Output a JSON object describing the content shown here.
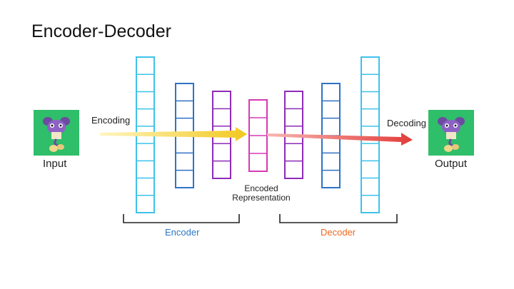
{
  "title": "Encoder-Decoder",
  "labels": {
    "input": "Input",
    "output": "Output",
    "encoding": "Encoding",
    "decoding": "Decoding",
    "encoded_line1": "Encoded",
    "encoded_line2": "Representation",
    "encoder": "Encoder",
    "decoder": "Decoder"
  },
  "colors": {
    "layer_cyan": "#3fc2ea",
    "layer_blue": "#2f73c4",
    "layer_purple": "#8e2bb8",
    "layer_magenta": "#d63ab3",
    "encoder_text": "#2b78c2",
    "decoder_text": "#ef6a1d",
    "arrow_yellow": "#f4cf2f",
    "arrow_red": "#e24a47",
    "icon_bg": "#2fbe6a"
  },
  "icons": {
    "input_image": "pokemon-sprite-icon",
    "output_image": "pokemon-sprite-icon"
  }
}
